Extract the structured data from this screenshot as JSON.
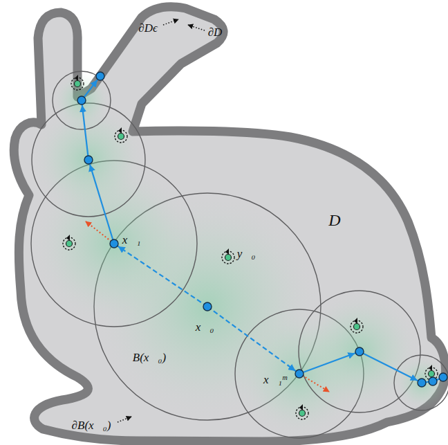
{
  "diagram": {
    "labels": [
      "∂Dϵ",
      "∂D",
      "D",
      "x⃗₁",
      "y⃗₀",
      "x⃗₀",
      "B(x⃗₀)",
      "x⃗₁ᵐ",
      "∂B(x⃗₀)"
    ]
  }
}
